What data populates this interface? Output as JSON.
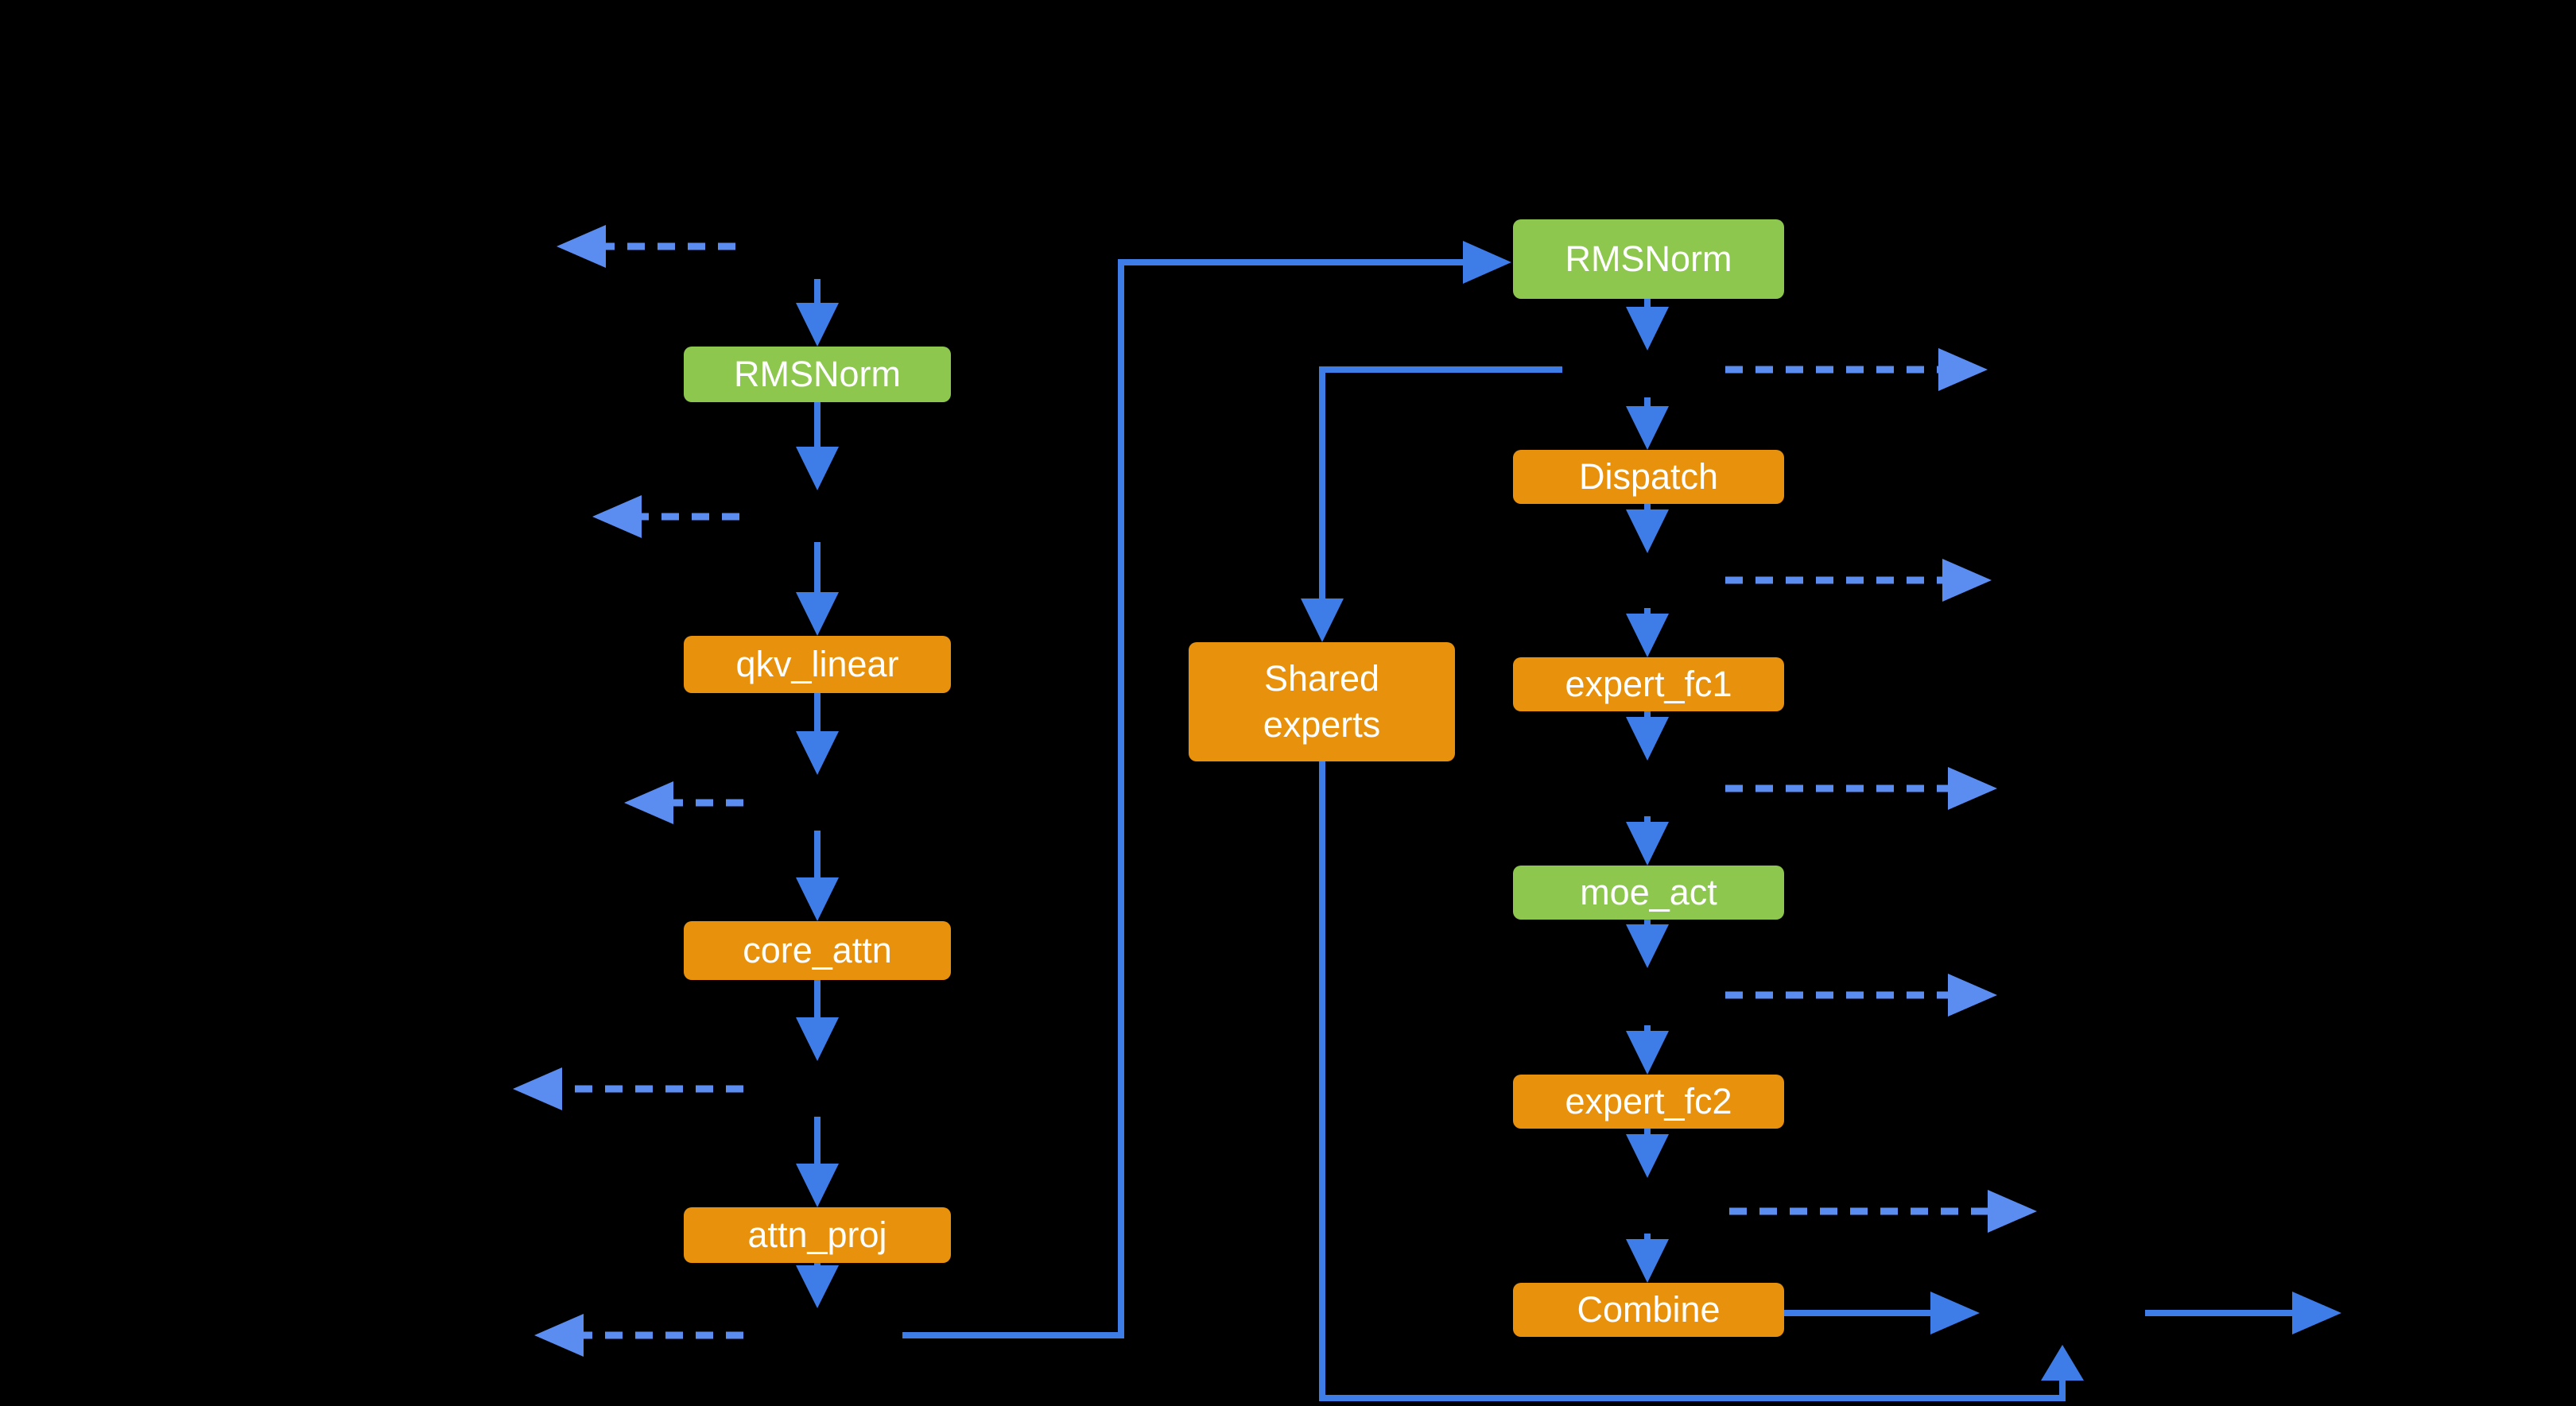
{
  "diagram": {
    "title": "",
    "background_color": "#000000",
    "colors": {
      "box_orange": "#E8910C",
      "box_green": "#8DC74E",
      "arrow_solid_blue": "#3E7CE8",
      "arrow_dashed_blue": "#5B8DF0",
      "label_text": "#FFFFFF"
    },
    "attention_branch": {
      "rmsnorm_attn": {
        "label": "RMSNorm"
      },
      "qkv_linear": {
        "label": "qkv_linear"
      },
      "core_attn": {
        "label": "core_attn"
      },
      "attn_proj": {
        "label": "attn_proj"
      }
    },
    "moe_branch": {
      "rmsnorm_moe": {
        "label": "RMSNorm"
      },
      "dispatch": {
        "label": "Dispatch"
      },
      "expert_fc1": {
        "label": "expert_fc1"
      },
      "moe_act": {
        "label": "moe_act"
      },
      "expert_fc2": {
        "label": "expert_fc2"
      },
      "combine": {
        "label": "Combine"
      },
      "shared_experts": {
        "label": "Shared\nexperts"
      }
    }
  }
}
